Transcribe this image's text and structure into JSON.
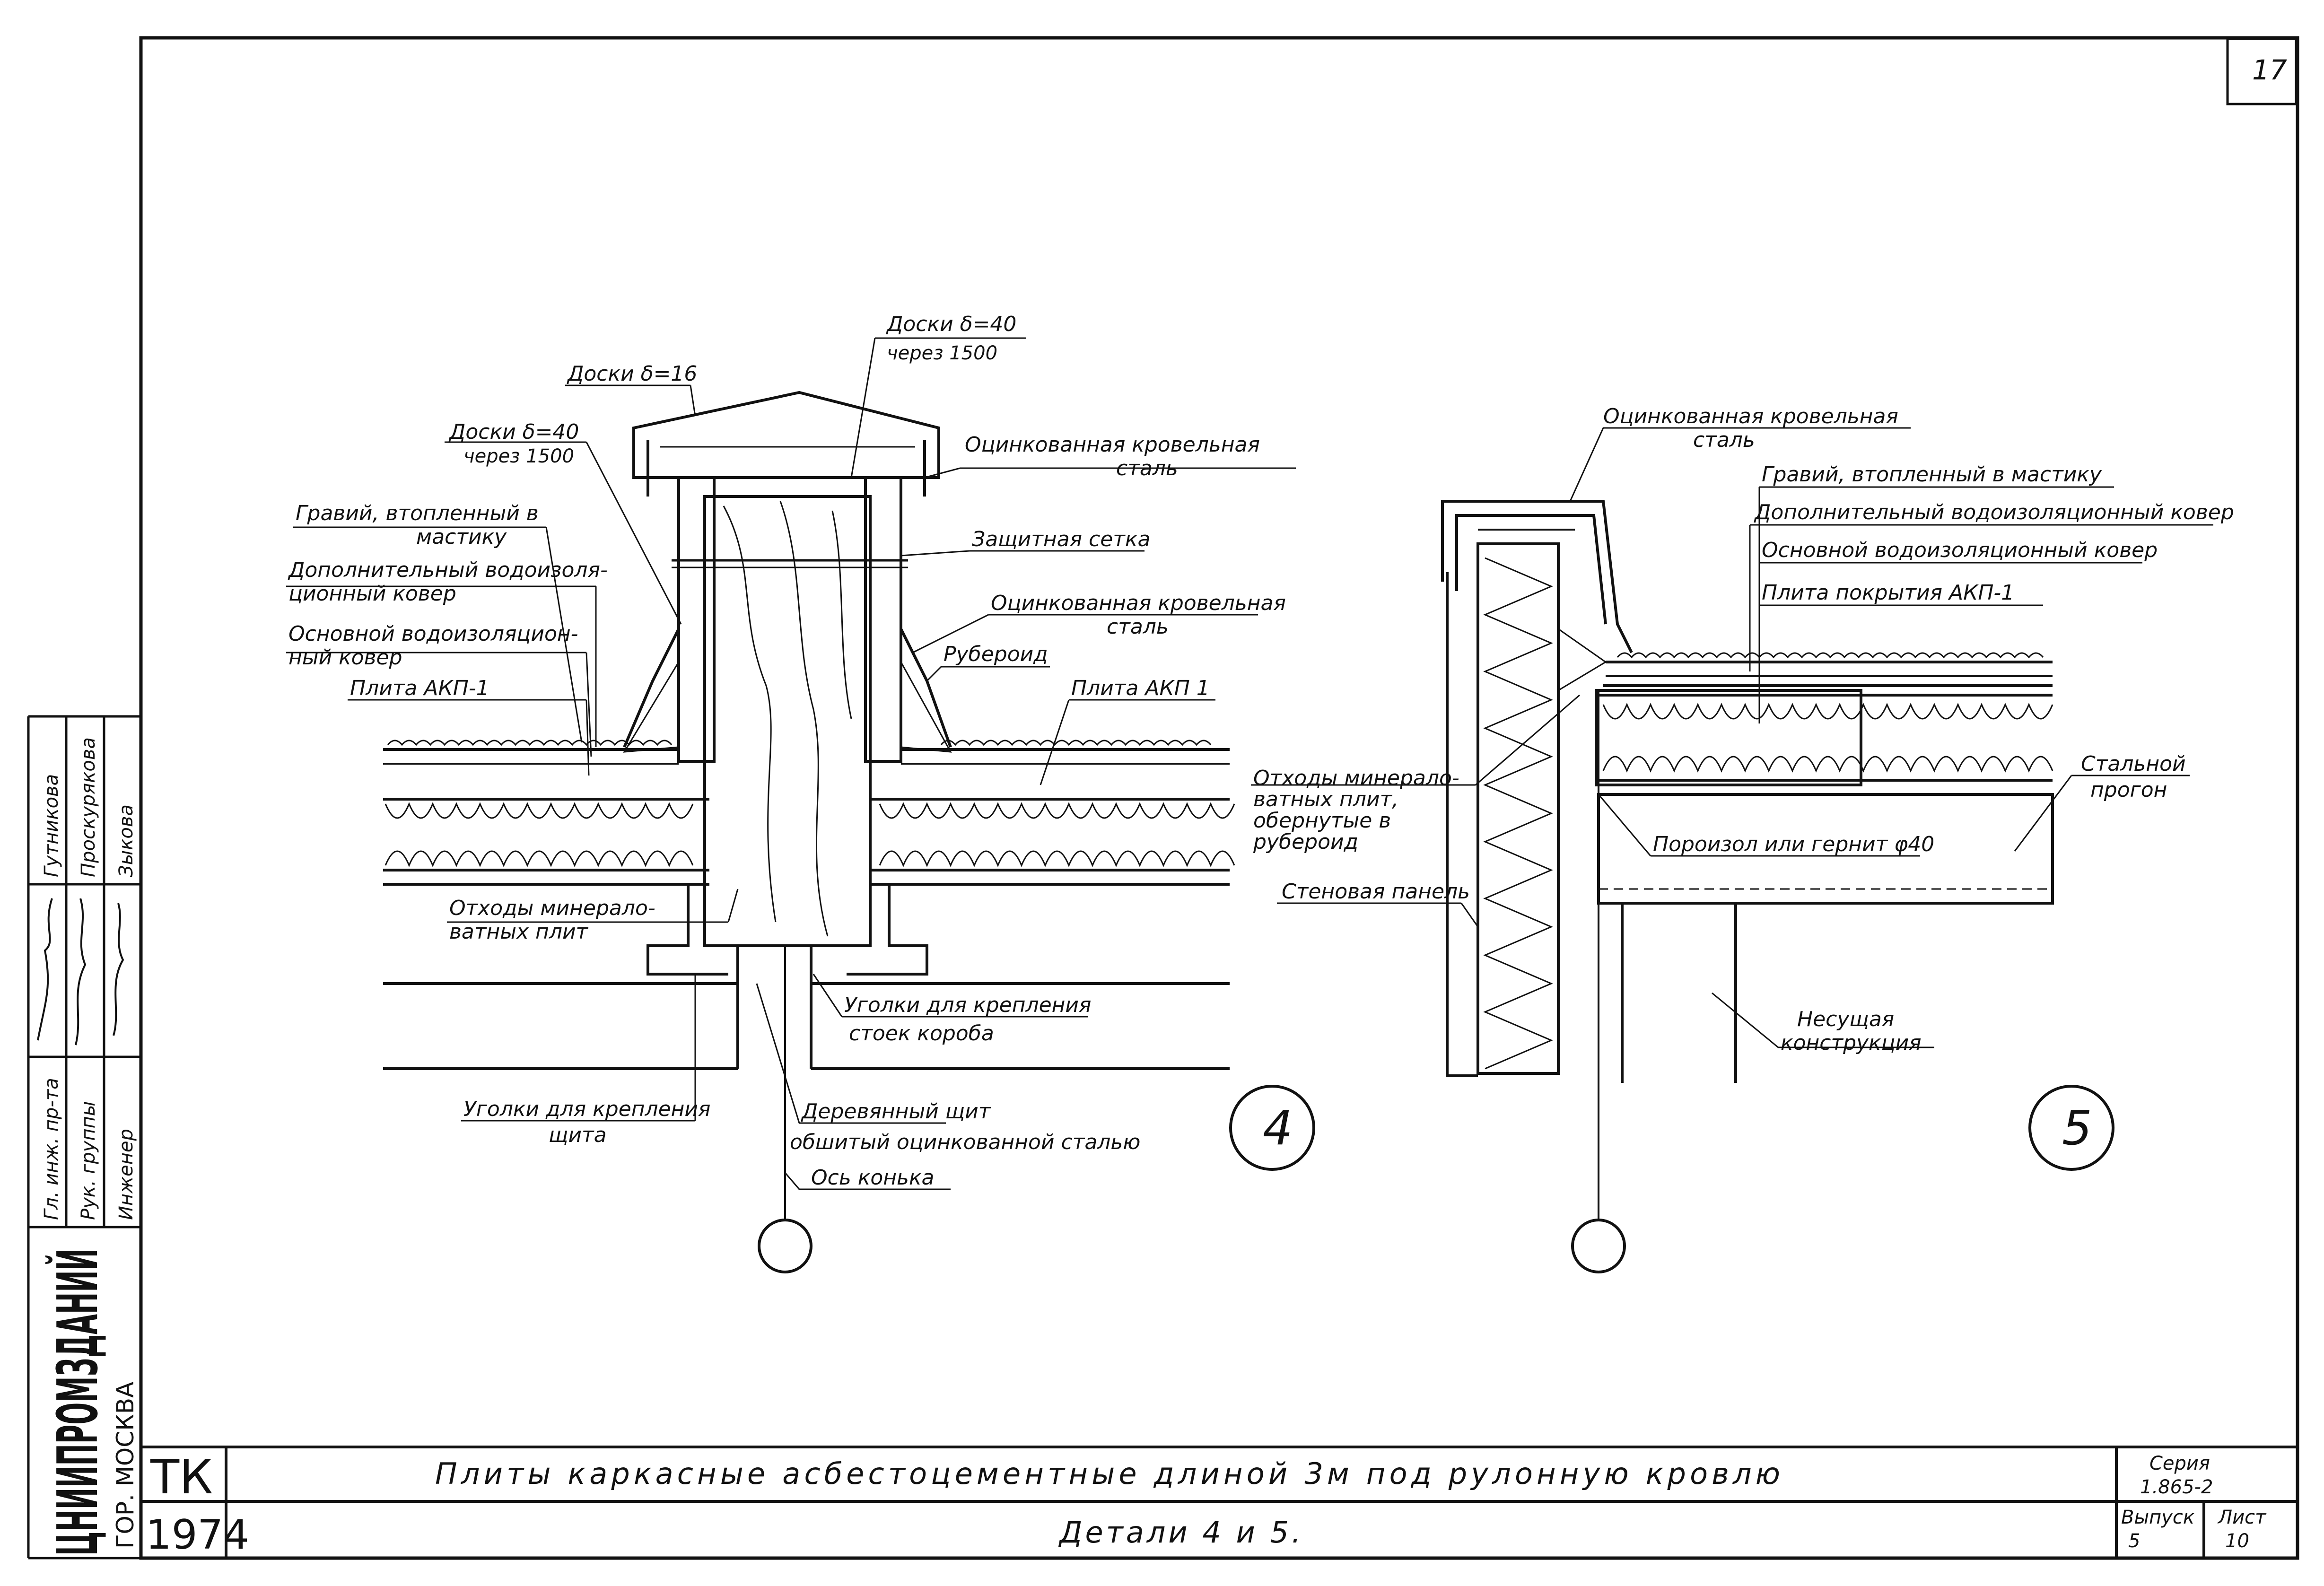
{
  "sheet": {
    "page_number": "17",
    "org_name": "ЦНИИПРОМЗДАНИЙ",
    "city_label": "ГОР. МОСКВА",
    "signatures": {
      "roles": [
        "Гл. инж. пр-та",
        "Рук. группы",
        "Инженер"
      ],
      "names": [
        "Гутникова",
        "Проскурякова",
        "Зыкова"
      ]
    }
  },
  "title_block": {
    "code": "ТК",
    "year": "1974",
    "title_line1": "Плиты каркасные асбестоцементные длиной 3м под рулонную кровлю",
    "title_line2": "Детали 4 и 5.",
    "series_label": "Серия",
    "series_value": "1.865-2",
    "issue_label": "Выпуск",
    "issue_value": "5",
    "sheet_label": "Лист",
    "sheet_value": "10"
  },
  "detail4": {
    "marker": "4",
    "labels": {
      "boards16": "Доски δ=16",
      "boards40_top_1": "Доски δ=40",
      "boards40_top_2": "через 1500",
      "boards40_left_1": "Доски δ=40",
      "boards40_left_2": "через 1500",
      "steel_top_1": "Оцинкованная кровельная",
      "steel_top_2": "сталь",
      "gravel_1": "Гравий, втопленный в",
      "gravel_2": "мастику",
      "mesh": "Защитная сетка",
      "add_carpet_1": "Дополнительный водоизоля-",
      "add_carpet_2": "ционный ковер",
      "steel_mid_1": "Оцинкованная кровельная",
      "steel_mid_2": "сталь",
      "main_carpet_1": "Основной водоизоляцион-",
      "main_carpet_2": "ный ковер",
      "ruberoid": "Рубероид",
      "plate_left": "Плита АКП-1",
      "plate_right": "Плита АКП 1",
      "waste_1": "Отходы минерало-",
      "waste_2": "ватных плит",
      "corners_box_1": "Уголки для крепления",
      "corners_box_2": "стоек короба",
      "corners_shield_1": "Уголки для крепления",
      "corners_shield_2": "щита",
      "wood_shield_1": "Деревянный щит",
      "wood_shield_2": "обшитый оцинкованной сталью",
      "ridge_axis": "Ось конька"
    }
  },
  "detail5": {
    "marker": "5",
    "labels": {
      "steel_1": "Оцинкованная кровельная",
      "steel_2": "сталь",
      "gravel": "Гравий, втопленный в мастику",
      "add_carpet": "Дополнительный водоизоляционный ковер",
      "main_carpet": "Основной водоизоляционный ковер",
      "plate": "Плита покрытия АКП-1",
      "waste_1": "Отходы минерало-",
      "waste_2": "ватных плит,",
      "waste_3": "обернутые в",
      "waste_4": "рубероид",
      "poroizol": "Пороизол или гернит φ40",
      "purlin_1": "Стальной",
      "purlin_2": "прогон",
      "wall_panel": "Стеновая панель",
      "bearing_1": "Несущая",
      "bearing_2": "конструкция"
    }
  }
}
